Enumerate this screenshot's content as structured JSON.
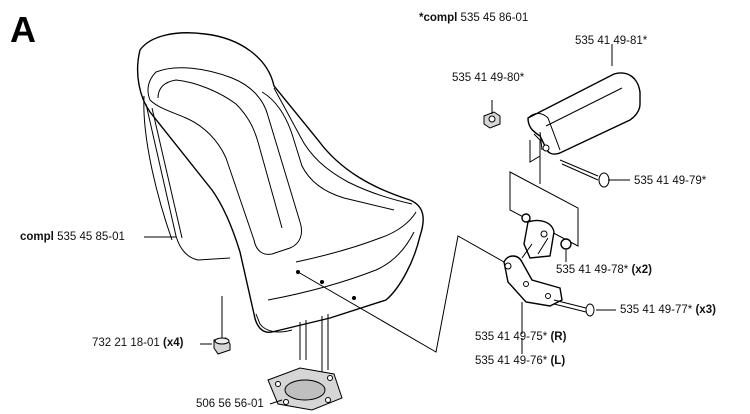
{
  "figure_letter": "A",
  "labels": {
    "compl_top_prefix": "*compl",
    "compl_top_num": "535 45 86-01",
    "armrest": "535 41 49-81*",
    "nut_top": "535 41 49-80*",
    "bolt_top": "535 41 49-79*",
    "compl_seat_prefix": "compl",
    "compl_seat_num": "535 45 85-01",
    "washer_num": "535 41 49-78*",
    "washer_qty": "(x2)",
    "screw_num": "535 41 49-77*",
    "screw_qty": "(x3)",
    "bracket_r_num": "535 41 49-75*",
    "bracket_r_qty": "(R)",
    "bracket_l_num": "535 41 49-76*",
    "bracket_l_qty": "(L)",
    "nut_bottom_num": "732 21 18-01",
    "nut_bottom_qty": "(x4)",
    "base_num": "506 56 56-01"
  }
}
